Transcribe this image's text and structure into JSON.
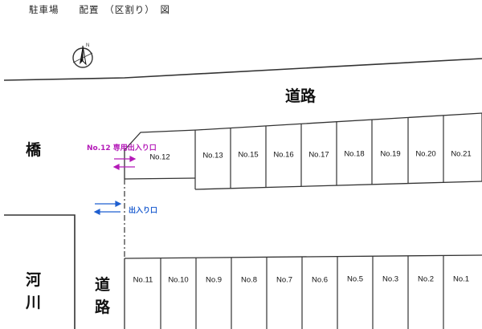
{
  "title": "駐車場　　配置　（区割り）　図",
  "compass": {
    "north_label": "N"
  },
  "labels": {
    "road_top": "道路",
    "bridge": "橋",
    "river_line1": "河",
    "river_line2": "川",
    "road_left_line1": "道",
    "road_left_line2": "路",
    "no12_exclusive_entrance": "No.12 専用出入り口",
    "entrance_exit": "出入り口"
  },
  "top_row_stalls": [
    "No.12",
    "No.13",
    "No.15",
    "No.16",
    "No.17",
    "No.18",
    "No.19",
    "No.20",
    "No.21"
  ],
  "bottom_row_stalls": [
    "No.11",
    "No.10",
    "No.9",
    "No.8",
    "No.7",
    "No.6",
    "No.5",
    "No.3",
    "No.2",
    "No.1"
  ],
  "colors": {
    "no12_arrow": "#b41ab8",
    "entrance_arrow": "#1f5fd0",
    "lines": "#333333"
  }
}
